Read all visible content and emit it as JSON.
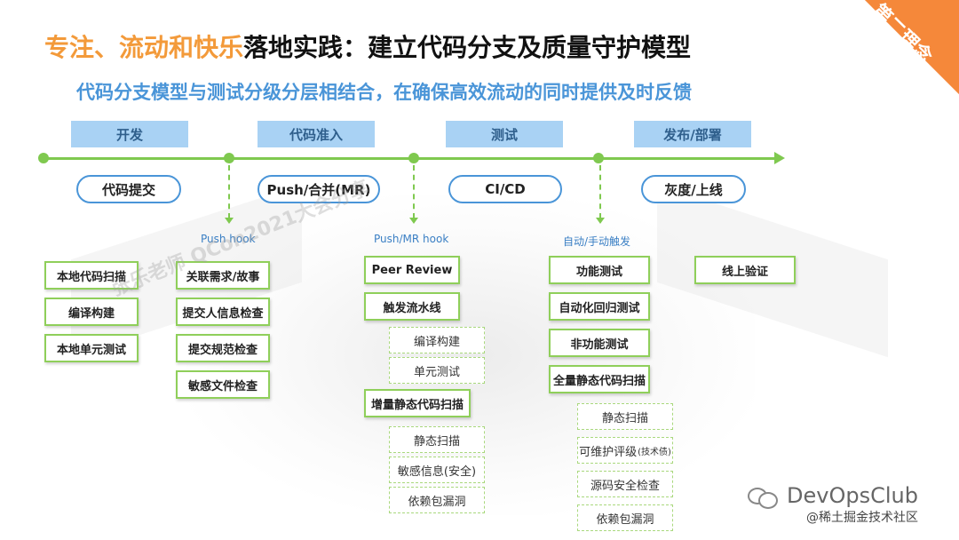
{
  "corner_label": "第二理念",
  "title": {
    "accent": "专注、流动和快乐",
    "rest": "落地实践：建立代码分支及质量守护模型"
  },
  "subtitle": "代码分支模型与测试分级分层相结合，在确保高效流动的同时提供及时反馈",
  "stages": [
    "开发",
    "代码准入",
    "测试",
    "发布/部署"
  ],
  "events": [
    "代码提交",
    "Push/合并(MR)",
    "CI/CD",
    "灰度/上线"
  ],
  "hooks": [
    "Push hook",
    "Push/MR hook",
    "自动/手动触发"
  ],
  "dev_checks": [
    "本地代码扫描",
    "编译构建",
    "本地单元测试"
  ],
  "push_checks": [
    "关联需求/故事",
    "提交人信息检查",
    "提交规范检查",
    "敏感文件检查"
  ],
  "mr_checks": {
    "peer_review": "Peer Review",
    "pipeline": "触发流水线",
    "pipeline_steps": [
      "编译构建",
      "单元测试"
    ],
    "incremental_scan": "增量静态代码扫描",
    "scan_steps": [
      "静态扫描",
      "敏感信息(安全)",
      "依赖包漏洞"
    ]
  },
  "test_checks": {
    "items": [
      "功能测试",
      "自动化回归测试",
      "非功能测试",
      "全量静态代码扫描"
    ],
    "scan_steps": [
      "静态扫描",
      "可维护评级",
      "源码安全检查",
      "依赖包漏洞"
    ],
    "tech_debt_note": "(技术债)"
  },
  "release_checks": [
    "线上验证"
  ],
  "watermark": "张乐老师 QCon2021大会分享",
  "logo_text": "DevOpsClub",
  "source_credit": "@稀土掘金技术社区",
  "colors": {
    "accent": "#f39a3a",
    "subtitle": "#4a95d8",
    "stage": "#a9d2f4",
    "line": "#7fc94f",
    "corner": "#f5883a"
  }
}
